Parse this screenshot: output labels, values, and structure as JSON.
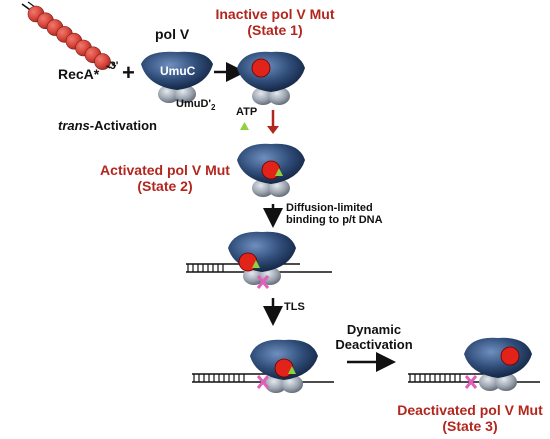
{
  "labels": {
    "reca": "RecA*",
    "three_prime": "-3'",
    "plus": "+",
    "pol_v": "pol V",
    "umuc": "UmuC",
    "umud_main": "UmuD'",
    "umud_sub": "2",
    "trans_italic": "trans",
    "trans_rest": "-Activation",
    "inactive_line1": "Inactive pol V Mut",
    "inactive_line2": "(State 1)",
    "atp": "ATP",
    "activated_line1": "Activated pol V Mut",
    "activated_line2": "(State 2)",
    "diffusion_line1": "Diffusion-limited",
    "diffusion_line2": "binding to p/t DNA",
    "tls": "TLS",
    "dynamic_line1": "Dynamic",
    "dynamic_line2": "Deactivation",
    "deactivated_line1": "Deactivated pol V Mut",
    "deactivated_line2": "(State 3)"
  },
  "colors": {
    "reca_bead": "#d9453b",
    "polv_body": "#2f4c78",
    "recA_state_red": "#e2231a",
    "atp_triangle": "#8fd13f",
    "lesion_x": "#e05fb8",
    "state_label_red": "#b3261e",
    "arrow_red": "#b3261e"
  }
}
